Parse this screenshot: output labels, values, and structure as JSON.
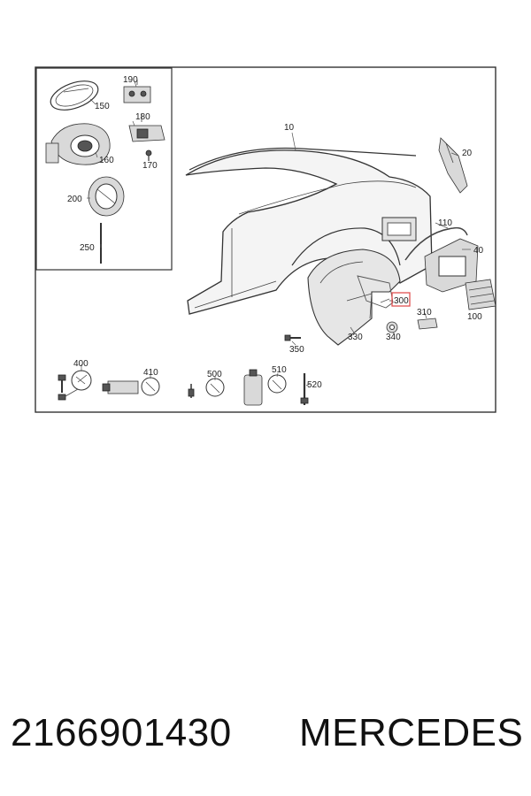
{
  "callouts": {
    "c10": "10",
    "c20": "20",
    "c40": "40",
    "c100": "100",
    "c110": "110",
    "c150": "150",
    "c160": "160",
    "c170": "170",
    "c180": "180",
    "c190": "190",
    "c200": "200",
    "c250": "250",
    "c300": "300",
    "c310": "310",
    "c330": "330",
    "c340": "340",
    "c350": "350",
    "c400": "400",
    "c410": "410",
    "c500": "500",
    "c510": "510",
    "c520": "520"
  },
  "highlight": {
    "part": "300",
    "color": "#e05050"
  },
  "footer": {
    "part_number": "2166901430",
    "brand": "MERCEDES"
  }
}
